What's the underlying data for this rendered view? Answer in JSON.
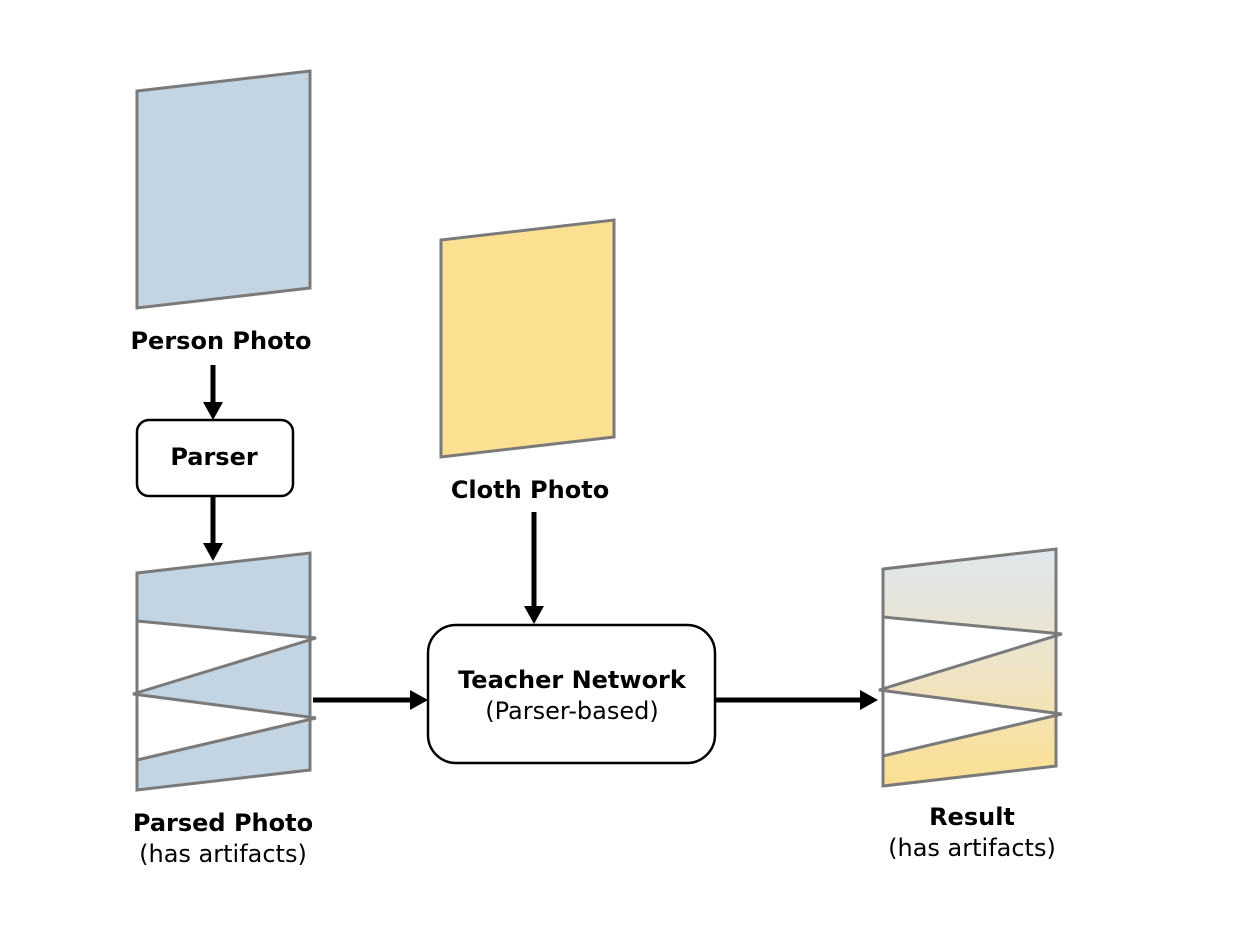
{
  "nodes": {
    "person_photo": {
      "label": "Person Photo"
    },
    "parser": {
      "label": "Parser"
    },
    "cloth_photo": {
      "label": "Cloth Photo"
    },
    "parsed_photo": {
      "label": "Parsed Photo",
      "note": "(has artifacts)"
    },
    "teacher_network": {
      "label": "Teacher Network",
      "note": "(Parser-based)"
    },
    "result": {
      "label": "Result",
      "note": "(has artifacts)"
    }
  },
  "colors": {
    "person_fill": "#c3d5e2",
    "cloth_fill": "#fde193",
    "outline": "#7a7a7a",
    "arrow": "#000000",
    "box_stroke": "#000000"
  }
}
